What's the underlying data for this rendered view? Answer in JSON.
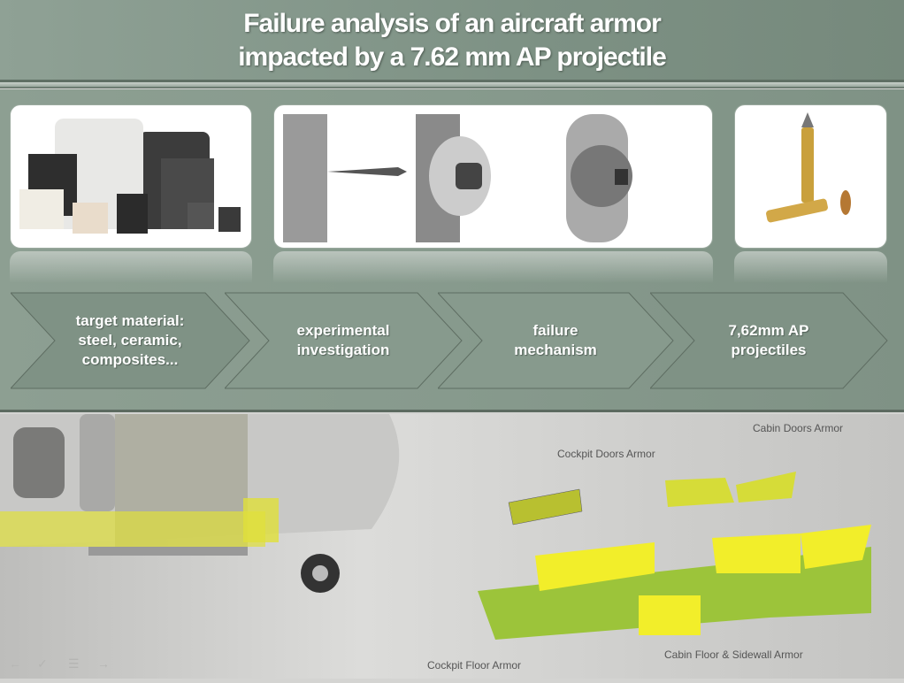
{
  "slide": {
    "title_line1": "Failure analysis of an aircraft armor",
    "title_line2": "impacted by a 7.62 mm AP projectile"
  },
  "process_steps": [
    {
      "label": "target material:\nsteel, ceramic,\ncomposites..."
    },
    {
      "label": "experimental\ninvestigation"
    },
    {
      "label": "failure\nmechanism"
    },
    {
      "label": "7,62mm AP\nprojectiles"
    }
  ],
  "images": [
    "armor-plates-photo",
    "impact-sequence-photo",
    "ammunition-photo"
  ],
  "diagram_labels": {
    "cockpit_doors": "Cockpit Doors Armor",
    "cabin_doors": "Cabin Doors Armor",
    "cockpit_floor": "Cockpit Floor Armor",
    "cabin_floor": "Cabin Floor & Sidewall Armor"
  },
  "colors": {
    "panel": "#879a8d",
    "armor_yellow": "#e6e62a",
    "armor_green": "#9cc43a"
  }
}
